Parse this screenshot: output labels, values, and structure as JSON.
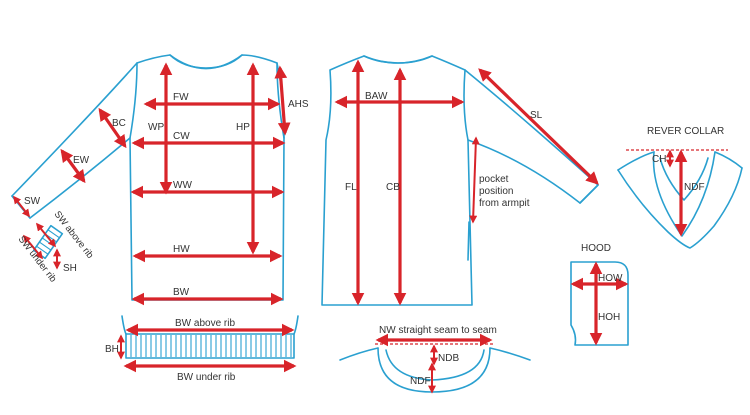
{
  "colors": {
    "outline": "#2aa0d0",
    "measure": "#d8242a",
    "text": "#333333"
  },
  "front": {
    "fw": "FW",
    "ahs": "AHS",
    "bc": "BC",
    "wp": "WP",
    "cw": "CW",
    "hp": "HP",
    "ew": "EW",
    "ww": "WW",
    "sw": "SW",
    "hw": "HW",
    "bw": "BW"
  },
  "sleeve_detail": {
    "sw_above_rib": "SW above rib",
    "sw_under_rib": "SW under rib",
    "sh": "SH"
  },
  "hem": {
    "bw_above_rib": "BW above rib",
    "bh": "BH",
    "bw_under_rib": "BW under rib"
  },
  "back": {
    "baw": "BAW",
    "fl": "FL",
    "cb": "CB",
    "sl": "SL",
    "pocket": [
      "pocket",
      "position",
      "from armpit"
    ]
  },
  "neck": {
    "nw": "NW straight seam to seam",
    "ndb": "NDB",
    "ndf": "NDF"
  },
  "hood": {
    "title": "HOOD",
    "how": "HOW",
    "hoh": "HOH"
  },
  "collar": {
    "title": "REVER COLLAR",
    "ch": "CH",
    "ndf": "NDF"
  }
}
